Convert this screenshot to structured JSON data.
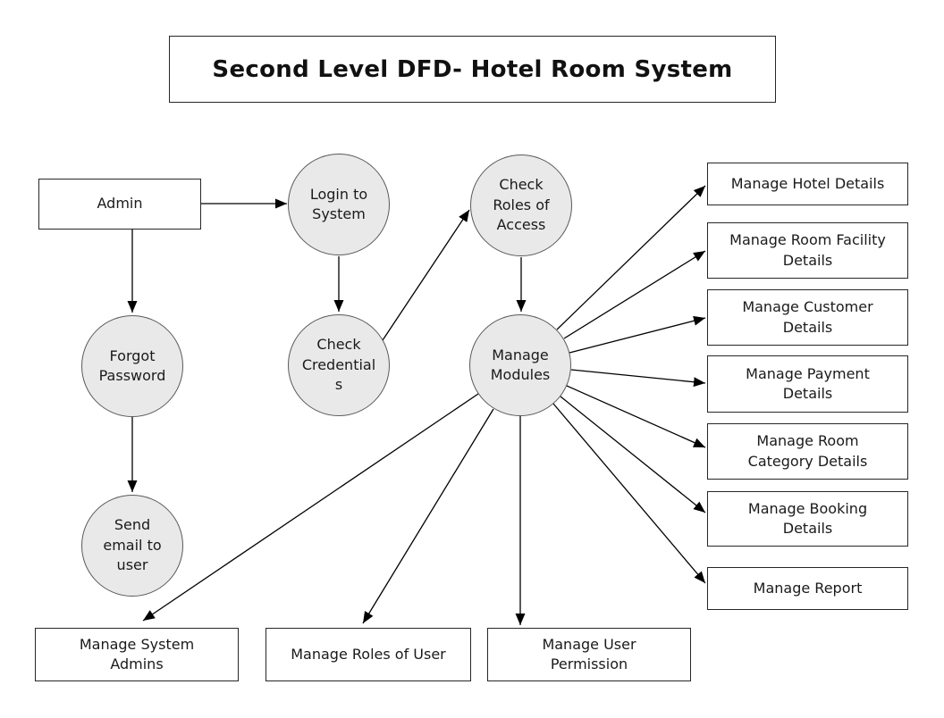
{
  "title": "Second Level DFD- Hotel Room System",
  "nodes": {
    "admin": {
      "label": "Admin"
    },
    "login_to_system": {
      "label": "Login to\nSystem"
    },
    "check_roles_of_access": {
      "label": "Check\nRoles of\nAccess"
    },
    "forgot_password": {
      "label": "Forgot\nPassword"
    },
    "check_credentials": {
      "label": "Check\nCredential\ns"
    },
    "manage_modules": {
      "label": "Manage\nModules"
    },
    "send_email_to_user": {
      "label": "Send\nemail to\nuser"
    },
    "manage_hotel_details": {
      "label": "Manage Hotel Details"
    },
    "manage_room_facility_details": {
      "label": "Manage Room Facility\nDetails"
    },
    "manage_customer_details": {
      "label": "Manage Customer\nDetails"
    },
    "manage_payment_details": {
      "label": "Manage Payment\nDetails"
    },
    "manage_room_category_details": {
      "label": "Manage Room\nCategory Details"
    },
    "manage_booking_details": {
      "label": "Manage Booking\nDetails"
    },
    "manage_report": {
      "label": "Manage Report"
    },
    "manage_system_admins": {
      "label": "Manage System\nAdmins"
    },
    "manage_roles_of_user": {
      "label": "Manage Roles of User"
    },
    "manage_user_permission": {
      "label": "Manage User\nPermission"
    }
  },
  "edges": [
    {
      "from": "admin",
      "to": "login_to_system"
    },
    {
      "from": "admin",
      "to": "forgot_password"
    },
    {
      "from": "login_to_system",
      "to": "check_credentials"
    },
    {
      "from": "check_credentials",
      "to": "check_roles_of_access"
    },
    {
      "from": "check_roles_of_access",
      "to": "manage_modules"
    },
    {
      "from": "forgot_password",
      "to": "send_email_to_user"
    },
    {
      "from": "manage_modules",
      "to": "manage_hotel_details"
    },
    {
      "from": "manage_modules",
      "to": "manage_room_facility_details"
    },
    {
      "from": "manage_modules",
      "to": "manage_customer_details"
    },
    {
      "from": "manage_modules",
      "to": "manage_payment_details"
    },
    {
      "from": "manage_modules",
      "to": "manage_room_category_details"
    },
    {
      "from": "manage_modules",
      "to": "manage_booking_details"
    },
    {
      "from": "manage_modules",
      "to": "manage_report"
    },
    {
      "from": "manage_modules",
      "to": "manage_system_admins"
    },
    {
      "from": "manage_modules",
      "to": "manage_roles_of_user"
    },
    {
      "from": "manage_modules",
      "to": "manage_user_permission"
    }
  ],
  "colors": {
    "background": "#ffffff",
    "process_fill": "#e9e9e9",
    "process_border": "#595959",
    "box_fill": "#ffffff",
    "box_border": "#262626",
    "arrow": "#000000",
    "text": "#1a1a1a"
  }
}
